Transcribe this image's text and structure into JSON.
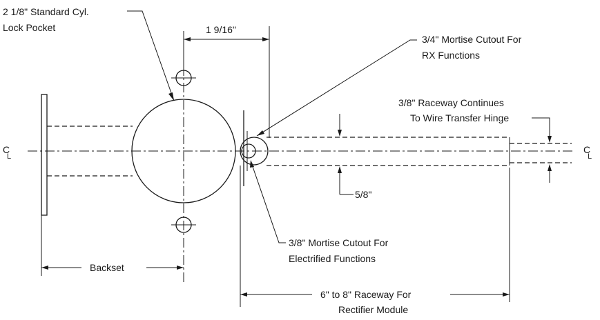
{
  "labels": {
    "lock_pocket_line1": "2 1/8\" Standard Cyl.",
    "lock_pocket_line2": "Lock Pocket",
    "dim_1_9_16": "1 9/16\"",
    "rx_cutout_line1": "3/4\" Mortise Cutout For",
    "rx_cutout_line2": "RX Functions",
    "raceway_continues_line1": "3/8\"  Raceway Continues",
    "raceway_continues_line2": "To Wire Transfer Hinge",
    "dim_5_8": "5/8\"",
    "elec_cutout_line1": "3/8\" Mortise Cutout For",
    "elec_cutout_line2": "Electrified Functions",
    "backset": "Backset",
    "raceway_length_line1": "6\" to 8\" Raceway For",
    "raceway_length_line2": "Rectifier Module",
    "centerline_left_c": "C",
    "centerline_left_l": "L",
    "centerline_right_c": "C",
    "centerline_right_l": "L"
  },
  "colors": {
    "ink": "#1a1a1a",
    "background": "#ffffff"
  }
}
